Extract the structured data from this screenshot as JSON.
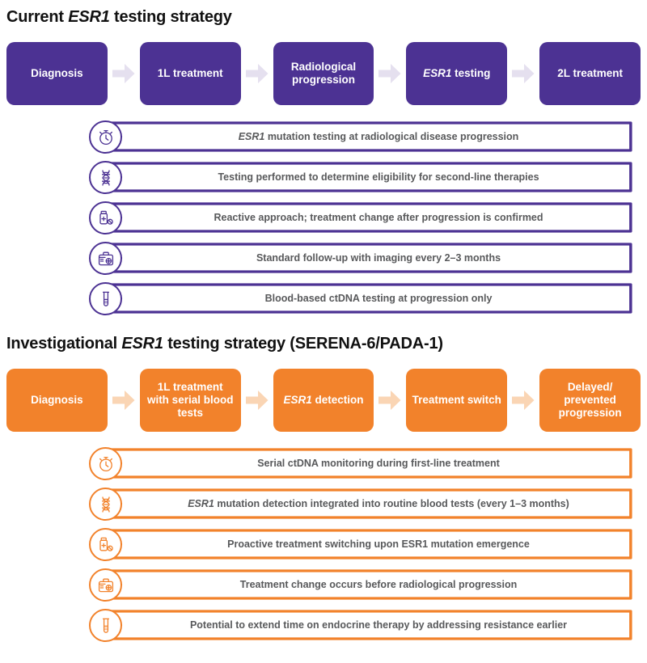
{
  "colors": {
    "purple": "#4C3293",
    "purple_light_arrow": "#E5E0EF",
    "orange": "#F2822B",
    "orange_light_arrow": "#FAD5B4",
    "body_text": "#58595B",
    "title_text": "#111111",
    "white": "#FFFFFF"
  },
  "sections": [
    {
      "id": "current",
      "title_parts": [
        "Current ",
        "ESR1",
        " testing strategy"
      ],
      "title_plain": "Current ESR1 testing strategy",
      "accent": "#4C3293",
      "arrow_color": "#E5E0EF",
      "flow": [
        {
          "label_parts": [
            "Diagnosis"
          ],
          "label_plain": "Diagnosis"
        },
        {
          "label_parts": [
            "1L treatment"
          ],
          "label_plain": "1L treatment"
        },
        {
          "label_parts": [
            "Radiological progression"
          ],
          "label_plain": "Radiological progression"
        },
        {
          "label_parts": [
            "ESR1",
            " testing"
          ],
          "label_plain": "ESR1 testing",
          "italic_first": true
        },
        {
          "label_parts": [
            "2L treatment"
          ],
          "label_plain": "2L treatment"
        }
      ],
      "bullets": [
        {
          "icon": "stopwatch-icon",
          "text_plain": "ESR1 mutation testing at radiological disease progression",
          "italic_lead": "ESR1",
          "rest": " mutation testing at radiological disease progression"
        },
        {
          "icon": "dna-helix-icon",
          "text_plain": "Testing performed to determine eligibility for second-line therapies",
          "italic_lead": "",
          "rest": "Testing performed to determine eligibility for second-line therapies"
        },
        {
          "icon": "pill-bottle-icon",
          "text_plain": "Reactive approach; treatment change after progression is confirmed",
          "italic_lead": "",
          "rest": "Reactive approach; treatment change after progression is confirmed"
        },
        {
          "icon": "medical-kit-icon",
          "text_plain": "Standard follow-up with imaging every 2–3 months",
          "italic_lead": "",
          "rest": "Standard follow-up with imaging every 2–3 months"
        },
        {
          "icon": "test-tube-icon",
          "text_plain": "Blood-based ctDNA testing at progression only",
          "italic_lead": "",
          "rest": "Blood-based ctDNA testing at progression only"
        }
      ]
    },
    {
      "id": "investigational",
      "title_parts": [
        "Investigational ",
        "ESR1",
        " testing strategy (SERENA-6/PADA-1)"
      ],
      "title_plain": "Investigational ESR1 testing strategy (SERENA-6/PADA-1)",
      "accent": "#F2822B",
      "arrow_color": "#FAD5B4",
      "flow": [
        {
          "label_parts": [
            "Diagnosis"
          ],
          "label_plain": "Diagnosis"
        },
        {
          "label_parts": [
            "1L treatment with serial blood tests"
          ],
          "label_plain": "1L treatment with serial blood tests"
        },
        {
          "label_parts": [
            "ESR1",
            " detection"
          ],
          "label_plain": "ESR1 detection",
          "italic_first": true
        },
        {
          "label_parts": [
            "Treatment switch"
          ],
          "label_plain": "Treatment switch"
        },
        {
          "label_parts": [
            "Delayed/ prevented progression"
          ],
          "label_plain": "Delayed/ prevented progression"
        }
      ],
      "bullets": [
        {
          "icon": "stopwatch-icon",
          "text_plain": "Serial ctDNA monitoring during first-line treatment",
          "italic_lead": "",
          "rest": "Serial ctDNA monitoring during first-line treatment"
        },
        {
          "icon": "dna-helix-icon",
          "text_plain": "ESR1 mutation detection integrated into routine blood tests (every 1–3 months)",
          "italic_lead": "ESR1",
          "rest": " mutation detection integrated into routine blood tests (every 1–3 months)"
        },
        {
          "icon": "pill-bottle-icon",
          "text_plain": "Proactive treatment switching upon ESR1 mutation emergence",
          "italic_lead": "",
          "rest": "Proactive treatment switching upon ESR1 mutation emergence"
        },
        {
          "icon": "medical-kit-icon",
          "text_plain": "Treatment change occurs before radiological progression",
          "italic_lead": "",
          "rest": "Treatment change occurs before radiological progression"
        },
        {
          "icon": "test-tube-icon",
          "text_plain": "Potential to extend time on endocrine therapy by addressing resistance earlier",
          "italic_lead": "",
          "rest": "Potential to extend time on endocrine therapy by addressing resistance earlier"
        }
      ]
    }
  ]
}
